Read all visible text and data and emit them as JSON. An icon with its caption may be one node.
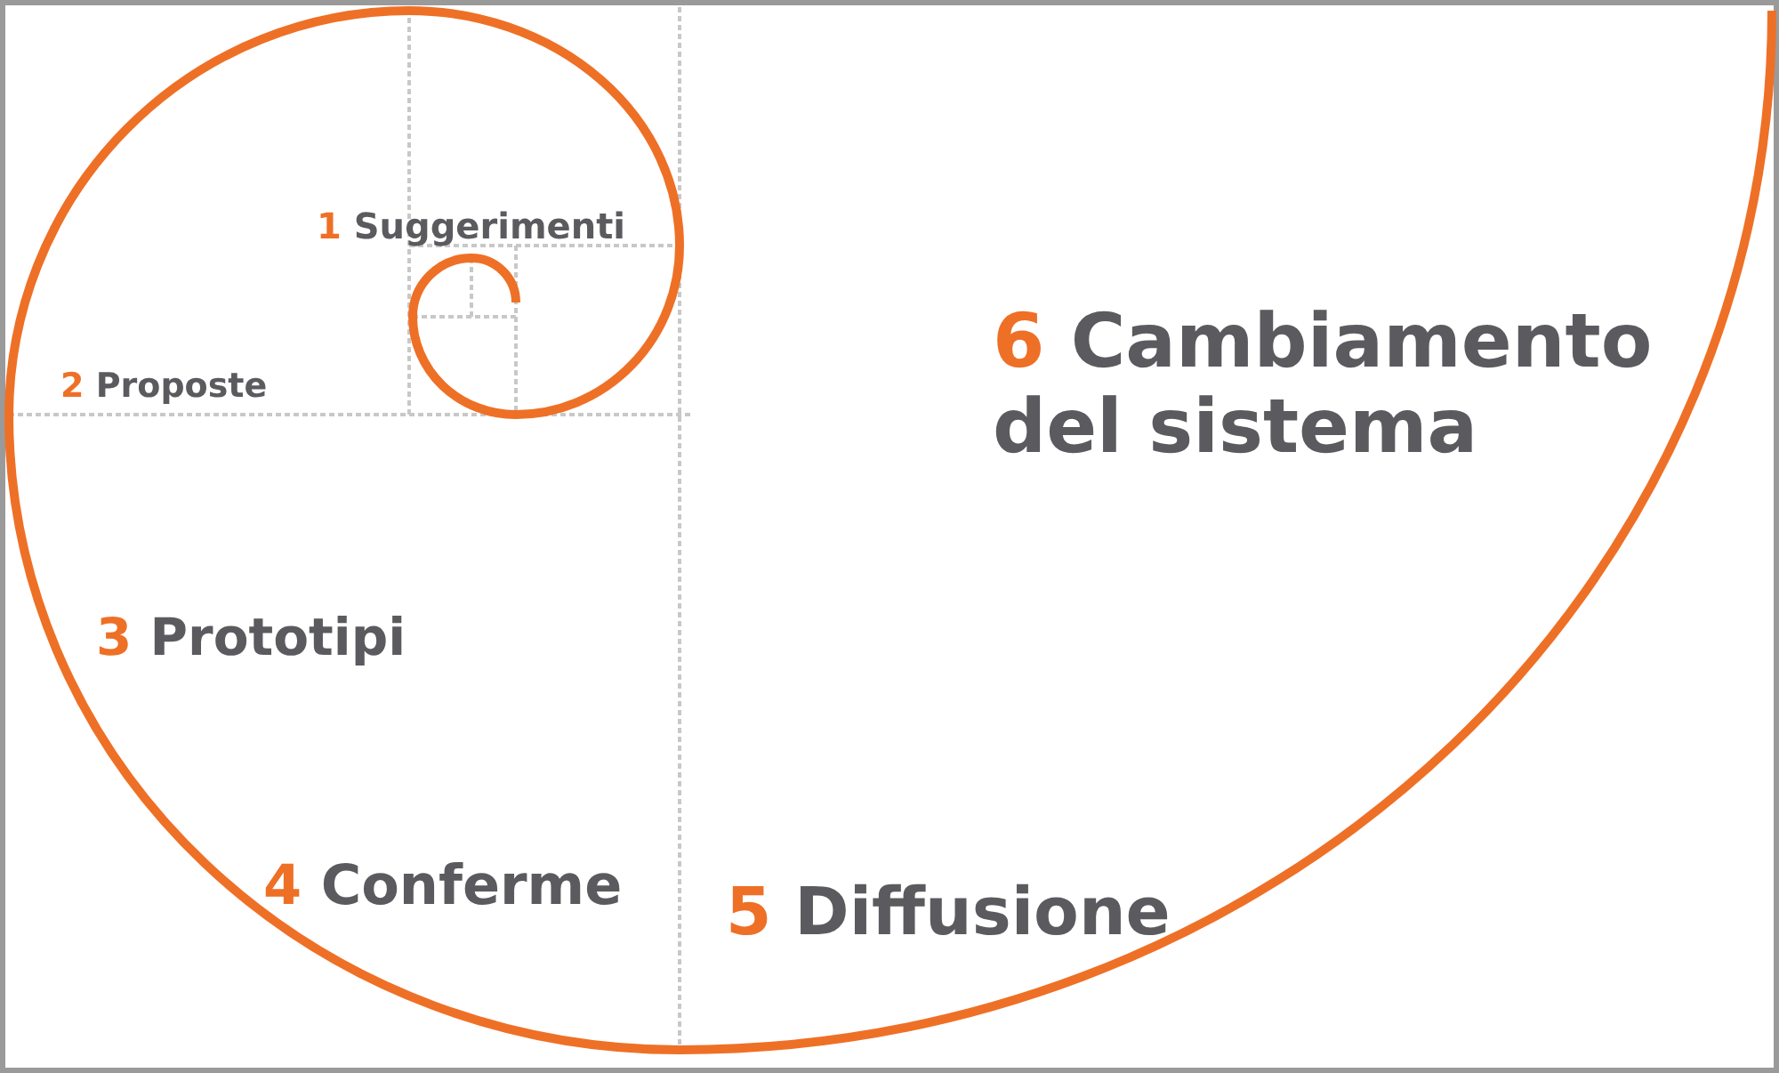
{
  "diagram": {
    "labels": [
      "1 Suggerimenti",
      "2 Proposte",
      "6 Cambiamento del sistema",
      "3 Prototipi",
      "4 Conferme",
      "5 Diffusione"
    ]
  }
}
